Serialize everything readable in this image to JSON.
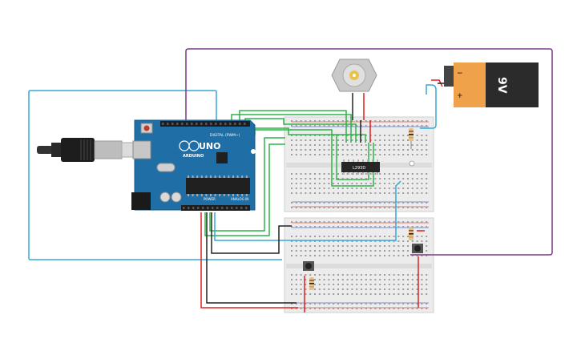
{
  "arduino": {
    "brand": "ARDUINO",
    "model": "UNO",
    "digital_label": "DIGITAL (PWM~)",
    "power_label": "POWER",
    "analog_label": "ANALOG IN"
  },
  "battery": {
    "voltage_label": "9V",
    "minus": "−",
    "plus": "+"
  },
  "driver_chip": {
    "label": "L293D"
  },
  "colors": {
    "arduino_board": "#1f6fa6",
    "breadboard": "#e9e9e9",
    "wire_green": "#2fb34a",
    "wire_blue": "#35a9d6",
    "wire_purple": "#7a3a8a",
    "wire_red": "#e02020",
    "wire_black": "#222222",
    "battery_orange": "#f0a24a",
    "battery_dark": "#2b2b2b"
  },
  "icons": [
    "usb-cable-icon",
    "dc-motor-icon",
    "battery-icon",
    "pushbutton-icon",
    "resistor-icon"
  ]
}
